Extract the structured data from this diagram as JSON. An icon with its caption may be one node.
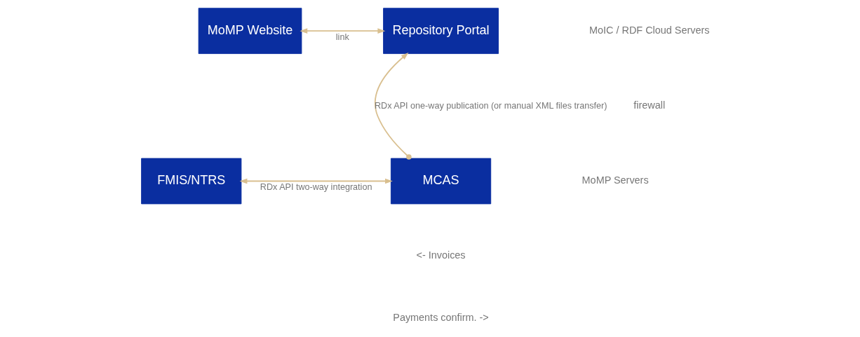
{
  "diagram": {
    "nodes": [
      {
        "text": [
          "MoMP Website"
        ]
      },
      {
        "text": [
          "Repository Portal"
        ]
      },
      {
        "text": [
          "FMIS/NTRS"
        ]
      },
      {
        "text": [
          "MCAS"
        ]
      }
    ],
    "edges": [
      {
        "from": 0,
        "to": 1,
        "arrow": "both",
        "label": "link"
      },
      {
        "from": 3,
        "to": 1,
        "arrow": "to",
        "label": "RDx API one-way publication (or manual XML files transfer)"
      },
      {
        "from": 2,
        "to": 3,
        "arrow": "both",
        "label": "RDx API two-way integration"
      }
    ],
    "labels": [
      "MoIC / RDF Cloud Servers",
      "firewall",
      "MoMP Servers",
      "<- Invoices",
      "Payments confirm. ->"
    ]
  }
}
